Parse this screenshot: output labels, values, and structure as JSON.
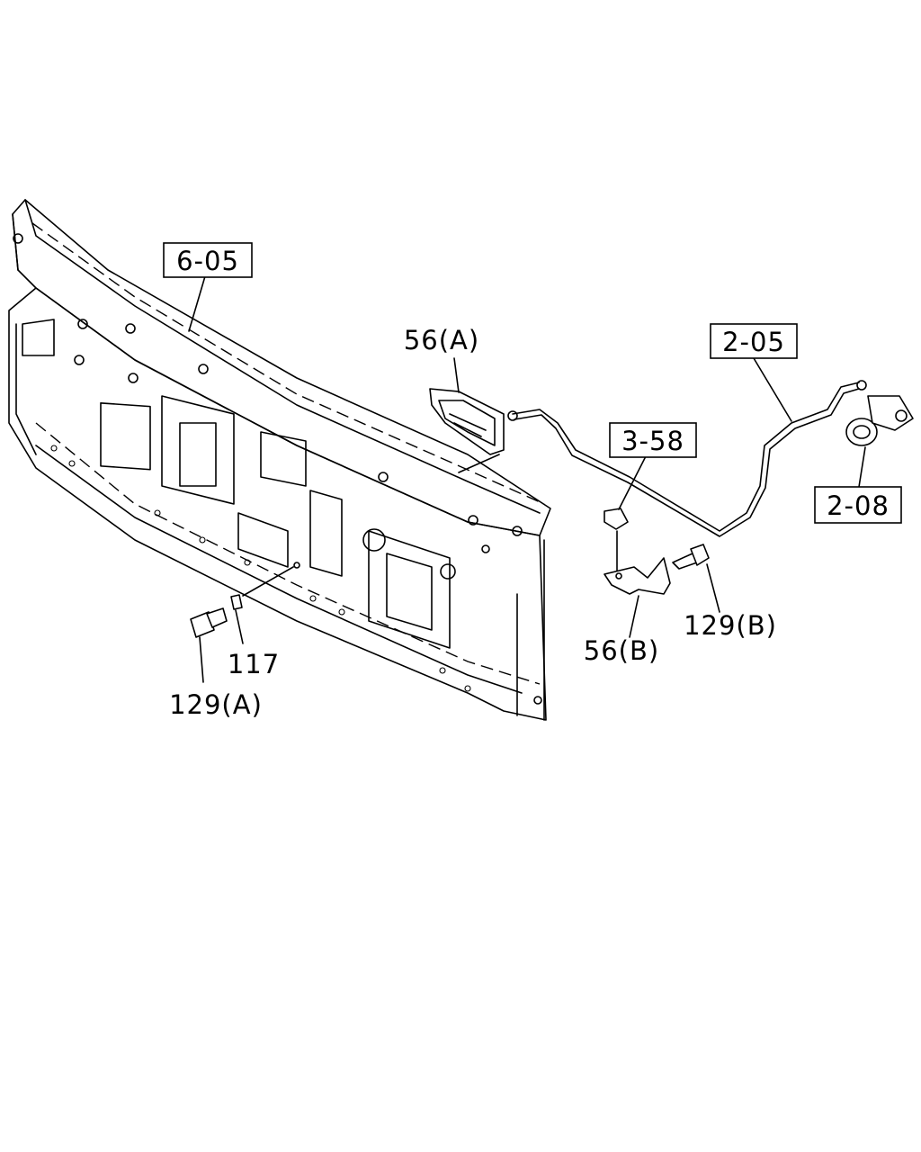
{
  "callouts": {
    "ref_6_05": "6-05",
    "ref_2_05": "2-05",
    "ref_3_58": "3-58",
    "ref_2_08": "2-08",
    "part_56a": "56(A)",
    "part_56b": "56(B)",
    "part_117": "117",
    "part_129a": "129(A)",
    "part_129b": "129(B)"
  },
  "colors": {
    "line": "#000000",
    "background": "#ffffff"
  }
}
